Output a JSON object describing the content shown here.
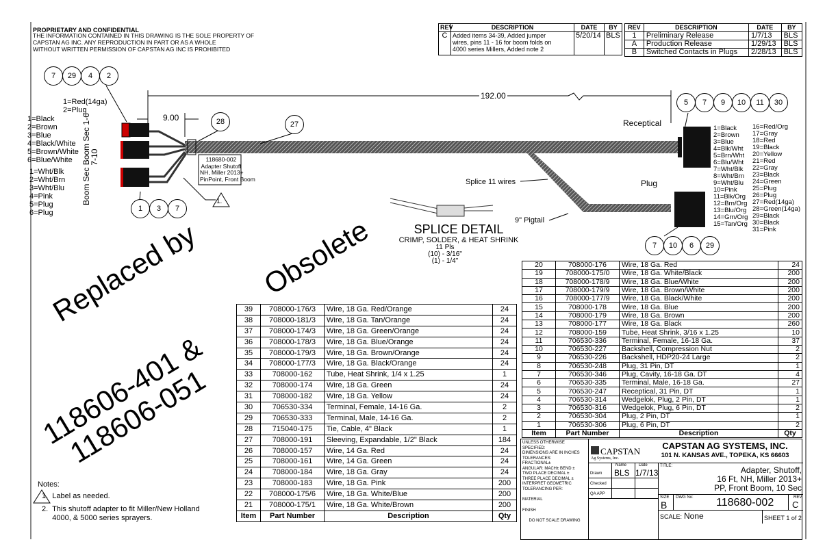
{
  "header": {
    "proprietary_title": "PROPRIETARY AND CONFIDENTIAL",
    "proprietary_text": [
      "THE INFORMATION CONTAINED IN THIS DRAWING IS THE SOLE PROPERTY OF",
      "CAPSTAN AG INC. ANY REPRODUCTION IN PART OR AS A WHOLE",
      "WITHOUT WRITTEN PERMISSION OF CAPSTAN AG INC IS PROHIBITED"
    ]
  },
  "revisions_headers": [
    "REV",
    "DESCRIPTION",
    "DATE",
    "BY"
  ],
  "revision_c": {
    "rev": "C",
    "description": [
      "Added items 34-39, Added jumper",
      "wires, pins 11 - 16 for boom folds on",
      "4000 series Millers, Added note 2"
    ],
    "date": "5/20/14",
    "by": "BLS"
  },
  "revisions": [
    {
      "rev": "1",
      "description": "Preliminary Release",
      "date": "1/7/13",
      "by": "BLS"
    },
    {
      "rev": "A",
      "description": "Production Release",
      "date": "1/29/13",
      "by": "BLS"
    },
    {
      "rev": "B",
      "description": "Switched Contacts in Plugs",
      "date": "2/28/13",
      "by": "BLS"
    }
  ],
  "drawing": {
    "balloons_top_left": [
      "7",
      "29",
      "4",
      "2"
    ],
    "balloons_bottom_left": [
      "1",
      "3",
      "7"
    ],
    "balloons_top_right": [
      "5",
      "7",
      "9",
      "10",
      "11",
      "30"
    ],
    "balloons_bottom_right": [
      "7",
      "10",
      "6",
      "29"
    ],
    "balloon_28": "28",
    "balloon_27": "27",
    "note_flag": "1.",
    "plug_2pin_pins": [
      "1=Red(14ga)",
      "2=Plug"
    ],
    "plug_6pin_a_pins": [
      "1=Black",
      "2=Brown",
      "3=Blue",
      "4=Black/White",
      "5=Brown/White",
      "6=Blue/White"
    ],
    "plug_6pin_b_pins": [
      "1=Wht/Blk",
      "2=Wht/Brn",
      "3=Wht/Blu",
      "4=Pink",
      "5=Plug",
      "6=Plug"
    ],
    "boom_sec_1_6": [
      "Boom Sec",
      "1-6"
    ],
    "boom_sec_7_10": [
      "Boom Sec",
      "7-10"
    ],
    "dim_short": "9.00",
    "dim_long": "192.00",
    "adapter_label": [
      "118680-002",
      "Adapter Shutoff",
      "NH, Miller 2013+",
      "PinPoint, Front Boom"
    ],
    "receptical_label": "Receptical",
    "plug_label": "Plug",
    "splice_label": "Splice 11 wires",
    "pigtail_label": "9\" Pigtail",
    "splice_detail": {
      "title": "SPLICE DETAIL",
      "subtitle": "CRIMP, SOLDER, & HEAT SHRINK",
      "lines": [
        "11 Pls",
        "(10) - 3/16\"",
        "(1) - 1/4\""
      ]
    },
    "receptical_pins_col1": [
      "1=Black",
      "2=Brown",
      "3=Blue",
      "4=Blk/Wht",
      "5=Brn/Wht",
      "6=Blu/Wht",
      "7=Wht/Blk",
      "8=Wht/Brn",
      "9=Wht/Blu",
      "10=Pink",
      "11=Blk/Org",
      "12=Brn/Org",
      "13=Blu/Org",
      "14=Grn/Org",
      "15=Tan/Org"
    ],
    "receptical_pins_col2": [
      "16=Red/Org",
      "17=Gray",
      "18=Red",
      "19=Black",
      "20=Yellow",
      "21=Red",
      "22=Gray",
      "23=Black",
      "24=Green",
      "25=Plug",
      "26=Plug",
      "27=Red(14ga)",
      "28=Green(14ga)",
      "29=Black",
      "30=Black",
      "31=Pink"
    ]
  },
  "watermark": [
    "Obsolete",
    "Replaced by",
    "118606-401 & 118606-051"
  ],
  "notes": {
    "title": "Notes:",
    "items": [
      "1.  Label as needed.",
      "2.  This shutoff adapter to fit Miller/New Holland",
      "     4000, & 5000 series sprayers."
    ]
  },
  "bom_headers": [
    "Item",
    "Part Number",
    "Description",
    "Qty"
  ],
  "bom_left": [
    [
      "39",
      "708000-176/3",
      "Wire, 18 Ga. Red/Orange",
      "24"
    ],
    [
      "38",
      "708000-181/3",
      "Wire, 18 Ga. Tan/Orange",
      "24"
    ],
    [
      "37",
      "708000-174/3",
      "Wire, 18 Ga. Green/Orange",
      "24"
    ],
    [
      "36",
      "708000-178/3",
      "Wire, 18 Ga. Blue/Orange",
      "24"
    ],
    [
      "35",
      "708000-179/3",
      "Wire, 18 Ga. Brown/Orange",
      "24"
    ],
    [
      "34",
      "708000-177/3",
      "Wire, 18 Ga. Black/Orange",
      "24"
    ],
    [
      "33",
      "708000-162",
      "Tube, Heat Shrink, 1/4 x 1.25",
      "1"
    ],
    [
      "32",
      "708000-174",
      "Wire, 18 Ga. Green",
      "24"
    ],
    [
      "31",
      "708000-182",
      "Wire, 18 Ga. Yellow",
      "24"
    ],
    [
      "30",
      "706530-334",
      "Terminal, Female, 14-16 Ga.",
      "2"
    ],
    [
      "29",
      "706530-333",
      "Terminal, Male, 14-16 Ga.",
      "2"
    ],
    [
      "28",
      "715040-175",
      "Tie, Cable, 4\" Black",
      "1"
    ],
    [
      "27",
      "708000-191",
      "Sleeving, Expandable, 1/2\" Black",
      "184"
    ],
    [
      "26",
      "708000-157",
      "Wire, 14 Ga. Red",
      "24"
    ],
    [
      "25",
      "708000-161",
      "Wire, 14 Ga. Green",
      "24"
    ],
    [
      "24",
      "708000-184",
      "Wire, 18 Ga. Gray",
      "24"
    ],
    [
      "23",
      "708000-183",
      "Wire, 18 Ga. Pink",
      "200"
    ],
    [
      "22",
      "708000-175/6",
      "Wire, 18 Ga. White/Blue",
      "200"
    ],
    [
      "21",
      "708000-175/1",
      "Wire, 18 Ga. White/Brown",
      "200"
    ]
  ],
  "bom_right": [
    [
      "20",
      "708000-176",
      "Wire, 18 Ga. Red",
      "24"
    ],
    [
      "19",
      "708000-175/0",
      "Wire, 18 Ga. White/Black",
      "200"
    ],
    [
      "18",
      "708000-178/9",
      "Wire, 18 Ga. Blue/White",
      "200"
    ],
    [
      "17",
      "708000-179/9",
      "Wire, 18 Ga. Brown/White",
      "200"
    ],
    [
      "16",
      "708000-177/9",
      "Wire, 18 Ga. Black/White",
      "200"
    ],
    [
      "15",
      "708000-178",
      "Wire, 18 Ga. Blue",
      "200"
    ],
    [
      "14",
      "708000-179",
      "Wire, 18 Ga. Brown",
      "200"
    ],
    [
      "13",
      "708000-177",
      "Wire, 18 Ga. Black",
      "260"
    ],
    [
      "12",
      "708000-159",
      "Tube, Heat Shrink, 3/16 x 1.25",
      "10"
    ],
    [
      "11",
      "706530-336",
      "Terminal, Female, 16-18 Ga.",
      "37"
    ],
    [
      "10",
      "706530-227",
      "Backshell, Compression Nut",
      "2"
    ],
    [
      "9",
      "706530-226",
      "Backshell, HDP20-24 Large",
      "2"
    ],
    [
      "8",
      "706530-248",
      "Plug, 31 Pin, DT",
      "1"
    ],
    [
      "7",
      "706530-346",
      "Plug, Cavity, 16-18 Ga. DT",
      "4"
    ],
    [
      "6",
      "706530-335",
      "Terminal, Male, 16-18 Ga.",
      "27"
    ],
    [
      "5",
      "706530-247",
      "Receptical, 31 Pin, DT",
      "1"
    ],
    [
      "4",
      "706530-314",
      "Wedgelok, Plug, 2 Pin, DT",
      "1"
    ],
    [
      "3",
      "706530-316",
      "Wedgelok, Plug, 6 Pin, DT",
      "2"
    ],
    [
      "2",
      "706530-304",
      "Plug, 2 Pin, DT",
      "1"
    ],
    [
      "1",
      "706530-306",
      "Plug, 6 Pin, DT",
      "2"
    ]
  ],
  "title_block": {
    "tolerances": [
      "UNLESS OTHERWISE SPECIFIED:",
      "DIMENSIONS ARE IN INCHES",
      "TOLERANCES:",
      "FRACTIONAL±",
      "ANGULAR: MACH±   BEND ±",
      "TWO PLACE DECIMAL   ±",
      "THREE PLACE DECIMAL  ±",
      "INTERPRET GEOMETRIC",
      "TOLERANCING PER:",
      "MATERIAL",
      "FINISH",
      "DO NOT SCALE DRAWING"
    ],
    "logo_text": "CAPSTAN",
    "logo_sub": "Ag Systems, Inc.",
    "company": "CAPSTAN AG SYSTEMS, INC.",
    "address": "101 N. KANSAS AVE., TOPEKA, KS 66603",
    "name_label": "Name",
    "date_label": "Date",
    "drawn_label": "Drawn",
    "checked_label": "Checked",
    "qa_label": "QA APP",
    "drawn_by": "BLS",
    "drawn_date": "1/7/13",
    "title_label": "TITLE:",
    "title": [
      "Adapter, Shutoff,",
      "16 Ft, NH, Miller 2013+",
      "PP, Front Boom, 10 Sec"
    ],
    "size_label": "SIZE",
    "size": "B",
    "dwg_label": "DWG No:",
    "dwg_no": "118680-002",
    "rev_label": "REV",
    "rev": "C",
    "scale_label": "SCALE:",
    "scale": "None",
    "sheet": "SHEET 1 of 2"
  }
}
